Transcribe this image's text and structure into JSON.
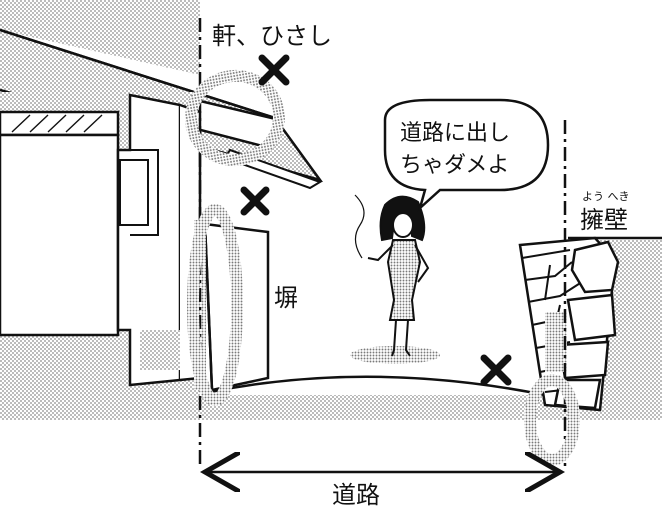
{
  "labels": {
    "eaves": "軒、ひさし",
    "fence": "塀",
    "retaining_wall_ruby": "よう へき",
    "retaining_wall": "擁壁",
    "road": "道路",
    "speech_line1": "道路に出し",
    "speech_line2": "ちゃダメよ"
  },
  "colors": {
    "ink": "#111111",
    "stipple": "#9a9a9a",
    "paper": "#ffffff"
  },
  "icons": {
    "prohibited_mark": "x-mark-icon"
  }
}
